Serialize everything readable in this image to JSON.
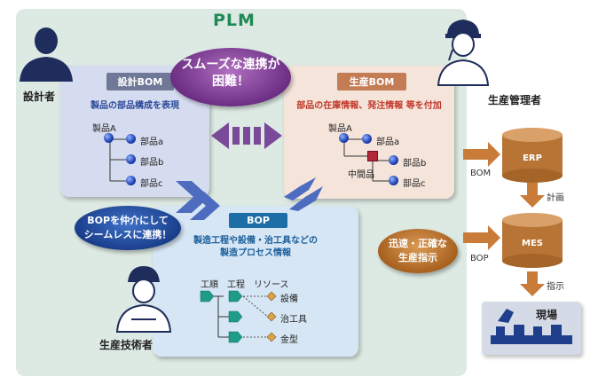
{
  "title": "PLM",
  "roles": {
    "designer": "設計者",
    "production_manager": "生産管理者",
    "production_engineer": "生産技術者"
  },
  "design_bom": {
    "label": "設計BOM",
    "description": "製品の部品構成を表現",
    "product": "製品A",
    "parts": [
      "部品a",
      "部品b",
      "部品c"
    ]
  },
  "production_bom": {
    "label": "生産BOM",
    "description": "部品の在庫情報、発注情報 等を付加",
    "product": "製品A",
    "intermediate": "中間品",
    "parts": [
      "部品a",
      "部品b",
      "部品c"
    ]
  },
  "bop": {
    "label": "BOP",
    "description_line1": "製造工程や設備・治工具などの",
    "description_line2": "製造プロセス情報",
    "headers": [
      "工順",
      "工程",
      "リソース"
    ],
    "resources": [
      "設備",
      "治工具",
      "金型"
    ]
  },
  "bubbles": {
    "smooth_line1": "スムーズな連携が",
    "smooth_line2": "困難！",
    "bop_line1": "BOPを仲介にして",
    "bop_line2": "シームレスに連携！",
    "fast_line1": "迅速・正確な",
    "fast_line2": "生産指示"
  },
  "systems": {
    "erp": "ERP",
    "mes": "MES",
    "site": "現場"
  },
  "flows": {
    "bom": "BOM",
    "bop": "BOP",
    "plan": "計画",
    "instruction": "指示"
  },
  "colors": {
    "plm_background": "#dde9e3",
    "plm_title": "#1e8a55",
    "design_panel": "#d6dcef",
    "production_panel": "#f5e4da",
    "bop_panel": "#d6e6f4",
    "arrow_blue": "#4d6cc0",
    "arrow_orange": "#c97b39",
    "cylinder": "#b77435"
  }
}
